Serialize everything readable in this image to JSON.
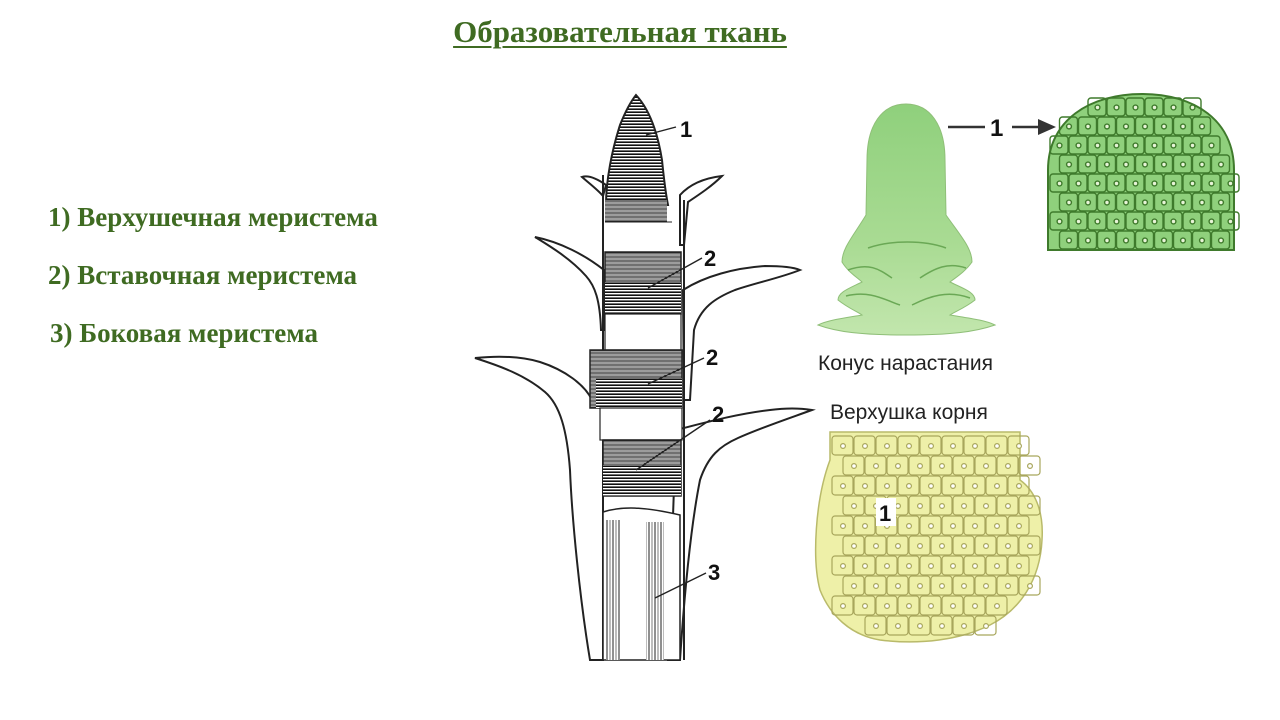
{
  "title": "Образовательная ткань",
  "list": [
    "1) Верхушечная меристема",
    "2) Вставочная меристема",
    "3) Боковая меристема"
  ],
  "stem_labels": [
    "1",
    "2",
    "2",
    "2",
    "3"
  ],
  "cone": {
    "arrow_label": "1",
    "caption": "Конус нарастания"
  },
  "root": {
    "caption": "Верхушка корня",
    "inner_label": "1"
  },
  "colors": {
    "title": "#3f6b22",
    "cone_green": "#7cc36a",
    "root_yellow": "#eef0a8"
  }
}
